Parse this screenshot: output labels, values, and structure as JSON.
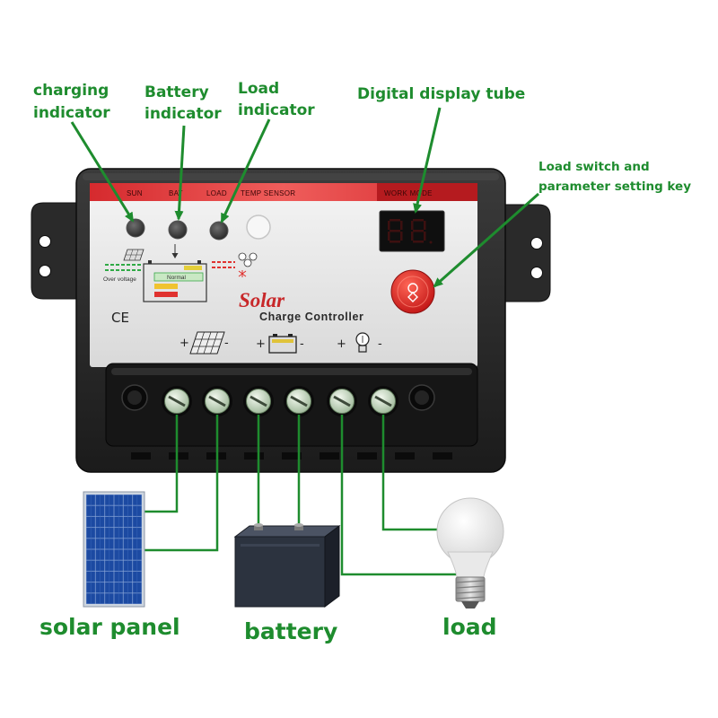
{
  "callouts": {
    "charging": [
      "charging",
      "indicator"
    ],
    "battery": [
      "Battery",
      "indicator"
    ],
    "load": [
      "Load",
      "indicator"
    ],
    "display": [
      "Digital display tube"
    ],
    "key": [
      "Load switch and",
      "parameter setting key"
    ]
  },
  "panel": {
    "strip": {
      "sun": "SUN",
      "bat": "BAT",
      "load": "LOAD",
      "temp": "TEMP SENSOR",
      "mode": "WORK MODE"
    },
    "over_voltage": "Over voltage",
    "normal": "Normal",
    "brand": "Solar",
    "subtitle": "Charge Controller",
    "ce": "CE",
    "plus": "+",
    "minus": "-"
  },
  "components": {
    "solar_panel": "solar panel",
    "battery": "battery",
    "load": "load"
  },
  "colors": {
    "callout_green": "#1e8c2e",
    "brand_red": "#c8282a",
    "button_red": "#e3302c",
    "body_black": "#262626"
  }
}
